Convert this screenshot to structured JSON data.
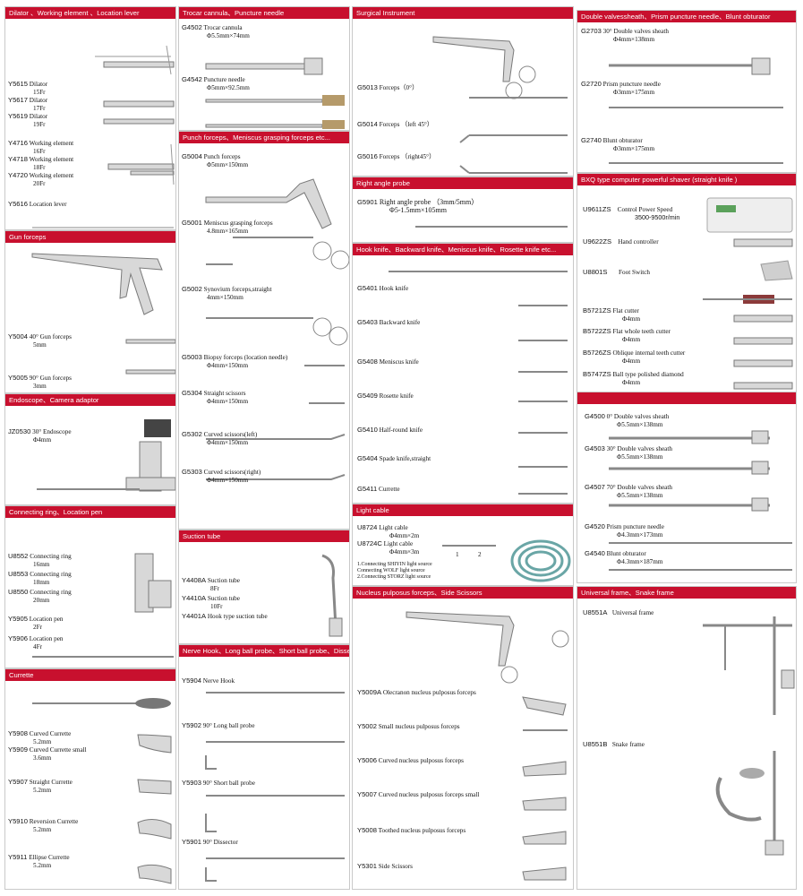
{
  "sections": {
    "dilator": {
      "title": "Dilator 、Working element 、Location lever",
      "items": [
        {
          "code": "Y5615",
          "name": "Dilator",
          "dim": "15Fr"
        },
        {
          "code": "Y5617",
          "name": "Dilator",
          "dim": "17Fr"
        },
        {
          "code": "Y5619",
          "name": "Dilator",
          "dim": "19Fr"
        },
        {
          "code": "Y4716",
          "name": "Working element",
          "dim": "16Fr"
        },
        {
          "code": "Y4718",
          "name": "Working element",
          "dim": "18Fr"
        },
        {
          "code": "Y4720",
          "name": "Working element",
          "dim": "20Fr"
        },
        {
          "code": "Y5616",
          "name": "Location lever",
          "dim": ""
        }
      ]
    },
    "gun": {
      "title": "Gun forceps",
      "items": [
        {
          "code": "Y5004",
          "name": "40° Gun forceps",
          "dim": "5mm"
        },
        {
          "code": "Y5005",
          "name": "90° Gun forceps",
          "dim": "3mm"
        }
      ]
    },
    "endoscope": {
      "title": "Endoscope、Camera adaptor",
      "items": [
        {
          "code": "JZ0530",
          "name": "30° Endoscope",
          "dim": "Φ4mm"
        }
      ]
    },
    "connecting": {
      "title": "Connecting ring、Location pen",
      "items": [
        {
          "code": "U8552",
          "name": "Connecting ring",
          "dim": "16mm"
        },
        {
          "code": "U8553",
          "name": "Connecting ring",
          "dim": "18mm"
        },
        {
          "code": "U8550",
          "name": "Connecting ring",
          "dim": "20mm"
        },
        {
          "code": "Y5905",
          "name": "Location pen",
          "dim": "2Fr"
        },
        {
          "code": "Y5906",
          "name": "Location pen",
          "dim": "4Fr"
        }
      ]
    },
    "currette": {
      "title": "Currette",
      "items": [
        {
          "code": "Y5908",
          "name": "Curved Currette",
          "dim": "5.2mm"
        },
        {
          "code": "Y5909",
          "name": "Curved Currette small",
          "dim": "3.6mm"
        },
        {
          "code": "Y5907",
          "name": "Straight Currette",
          "dim": "5.2mm"
        },
        {
          "code": "Y5910",
          "name": "Reversion Currette",
          "dim": "5.2mm"
        },
        {
          "code": "Y5911",
          "name": "Ellipse Currette",
          "dim": "5.2mm"
        }
      ]
    },
    "trocar": {
      "title": "Trocar cannula、Puncture needle",
      "items": [
        {
          "code": "G4502",
          "name": "Trocar cannula",
          "dim": "Φ5.5mm×74mm"
        },
        {
          "code": "G4542",
          "name": "Puncture needle",
          "dim": "Φ5mm×92.5mm"
        }
      ]
    },
    "punch": {
      "title": "Punch forceps、Meniscus grasping forceps etc...",
      "items": [
        {
          "code": "G5004",
          "name": "Punch forceps",
          "dim": "Φ5mm×150mm"
        },
        {
          "code": "G5001",
          "name": "Meniscus grasping forceps",
          "dim": "4.8mm×165mm"
        },
        {
          "code": "G5002",
          "name": "Synovium forceps,straight",
          "dim": "4mm×150mm"
        },
        {
          "code": "G5003",
          "name": "Biopsy forceps (location needle)",
          "dim": "Φ4mm×150mm"
        },
        {
          "code": "G5304",
          "name": "Straight scissors",
          "dim": "Φ4mm×150mm"
        },
        {
          "code": "G5302",
          "name": "Curved scissors(left)",
          "dim": "Φ4mm×150mm"
        },
        {
          "code": "G5303",
          "name": "Curved scissors(right)",
          "dim": "Φ4mm×150mm"
        }
      ]
    },
    "suction": {
      "title": "Suction tube",
      "items": [
        {
          "code": "Y4408A",
          "name": "Suction tube",
          "dim": "8Fr"
        },
        {
          "code": "Y4410A",
          "name": "Suction tube",
          "dim": "10Fr"
        },
        {
          "code": "Y4401A",
          "name": "Hook type suction tube",
          "dim": ""
        }
      ]
    },
    "nerve": {
      "title": "Nerve Hook、Long ball probe、Short ball probe、Dissector",
      "items": [
        {
          "code": "Y5904",
          "name": "Nerve Hook",
          "dim": ""
        },
        {
          "code": "Y5902",
          "name": "90° Long ball probe",
          "dim": ""
        },
        {
          "code": "Y5903",
          "name": "90° Short ball probe",
          "dim": ""
        },
        {
          "code": "Y5901",
          "name": "90° Dissector",
          "dim": ""
        }
      ]
    },
    "surgical": {
      "title": "Surgical   Instrument",
      "items": [
        {
          "code": "G5013",
          "name": "Forceps（0°）",
          "dim": ""
        },
        {
          "code": "G5014",
          "name": "Forceps （left 45°）",
          "dim": ""
        },
        {
          "code": "G5016",
          "name": "Forceps （right45°）",
          "dim": ""
        }
      ]
    },
    "rightangle": {
      "title": "Right angle probe",
      "items": [
        {
          "code": "G5901",
          "name": "Right angle probe （3mm/5mm）",
          "dim": "Φ5-1.5mm×105mm"
        }
      ]
    },
    "hook": {
      "title": "Hook knife、Backward knife、Meniscus knife、Rosette knife etc...",
      "items": [
        {
          "code": "G5401",
          "name": "Hook knife",
          "dim": ""
        },
        {
          "code": "G5403",
          "name": "Backward knife",
          "dim": ""
        },
        {
          "code": "G5408",
          "name": "Meniscus knife",
          "dim": ""
        },
        {
          "code": "G5409",
          "name": "Rosette knife",
          "dim": ""
        },
        {
          "code": "G5410",
          "name": "Half-round knife",
          "dim": ""
        },
        {
          "code": "G5404",
          "name": "Spade knife,straight",
          "dim": ""
        },
        {
          "code": "G5411",
          "name": "Currette",
          "dim": ""
        }
      ]
    },
    "light": {
      "title": "Light cable",
      "items": [
        {
          "code": "U8724",
          "name": "Light cable",
          "dim": "Φ4mm×2m"
        },
        {
          "code": "U8724C",
          "name": "Light cable",
          "dim": "Φ4mm×3m"
        }
      ],
      "notes": [
        "1.Connecting SHIYIN light source",
        "Connecting WOLF light source",
        "2.Connecting STORZ light source"
      ],
      "label1": "1",
      "label2": "2"
    },
    "nucleus": {
      "title": "Nucleus pulposus forceps、Side Scissors",
      "items": [
        {
          "code": "Y5009A",
          "name": "Olecranon nucleus pulposus forceps",
          "dim": ""
        },
        {
          "code": "Y5002",
          "name": "Small nucleus pulposus forceps",
          "dim": ""
        },
        {
          "code": "Y5006",
          "name": "Curved nucleus pulposus forceps",
          "dim": ""
        },
        {
          "code": "Y5007",
          "name": "Curved nucleus pulposus forceps   small",
          "dim": ""
        },
        {
          "code": "Y5008",
          "name": "Toothed nucleus pulposus forceps",
          "dim": ""
        },
        {
          "code": "Y5301",
          "name": "Side Scissors",
          "dim": ""
        }
      ]
    },
    "doublevalve": {
      "title": "Double valvessheath、Prism puncture needle、Blunt obturator",
      "items": [
        {
          "code": "G2703",
          "name": "30° Double valves sheath",
          "dim": "Φ4mm×138mm"
        },
        {
          "code": "G2720",
          "name": "Prism puncture needle",
          "dim": "Φ3mm×175mm"
        },
        {
          "code": "G2740",
          "name": "Blunt obturator",
          "dim": "Φ3mm×175mm"
        }
      ]
    },
    "shaver": {
      "title": "BXQ type computer powerful shaver (straight knife )",
      "items": [
        {
          "code": "U9611ZS",
          "name": "Control Power Speed",
          "dim": "3500-9500r/min"
        },
        {
          "code": "U9622ZS",
          "name": "Hand controller",
          "dim": ""
        },
        {
          "code": "U8801S",
          "name": "Foot Switch",
          "dim": ""
        },
        {
          "code": "B5721ZS",
          "name": "Flat cutter",
          "dim": "Φ4mm"
        },
        {
          "code": "B5722ZS",
          "name": "Flat whole teeth cutter",
          "dim": "Φ4mm"
        },
        {
          "code": "B5726ZS",
          "name": "Oblique internal teeth cutter",
          "dim": "Φ4mm"
        },
        {
          "code": "B5747ZS",
          "name": "Ball type polished diamond",
          "dim": "Φ4mm"
        }
      ]
    },
    "valves2": {
      "title": "",
      "items": [
        {
          "code": "G4500",
          "name": "0° Double valves sheath",
          "dim": "Φ5.5mm×138mm"
        },
        {
          "code": "G4503",
          "name": "30° Double valves sheath",
          "dim": "Φ5.5mm×138mm"
        },
        {
          "code": "G4507",
          "name": "70° Double valves sheath",
          "dim": "Φ5.5mm×138mm"
        },
        {
          "code": "G4520",
          "name": "Prism puncture needle",
          "dim": "Φ4.3mm×173mm"
        },
        {
          "code": "G4540",
          "name": "Blunt obturator",
          "dim": "Φ4.3mm×187mm"
        }
      ]
    },
    "frame": {
      "title": "Universal frame、Snake frame",
      "items": [
        {
          "code": "U8551A",
          "name": "Universal frame",
          "dim": ""
        },
        {
          "code": "U8551B",
          "name": "Snake frame",
          "dim": ""
        }
      ]
    }
  }
}
